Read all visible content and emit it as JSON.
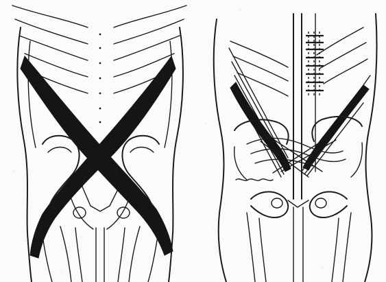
{
  "figure": {
    "panels": [
      {
        "id": "left",
        "subject": "torso-anterior-crossed-bands"
      },
      {
        "id": "right",
        "subject": "torso-pelvis-oblique-fibers"
      }
    ],
    "colors": {
      "ink": "#1a1a1a",
      "band": "#151515",
      "paper": "#fbfbfb"
    }
  }
}
